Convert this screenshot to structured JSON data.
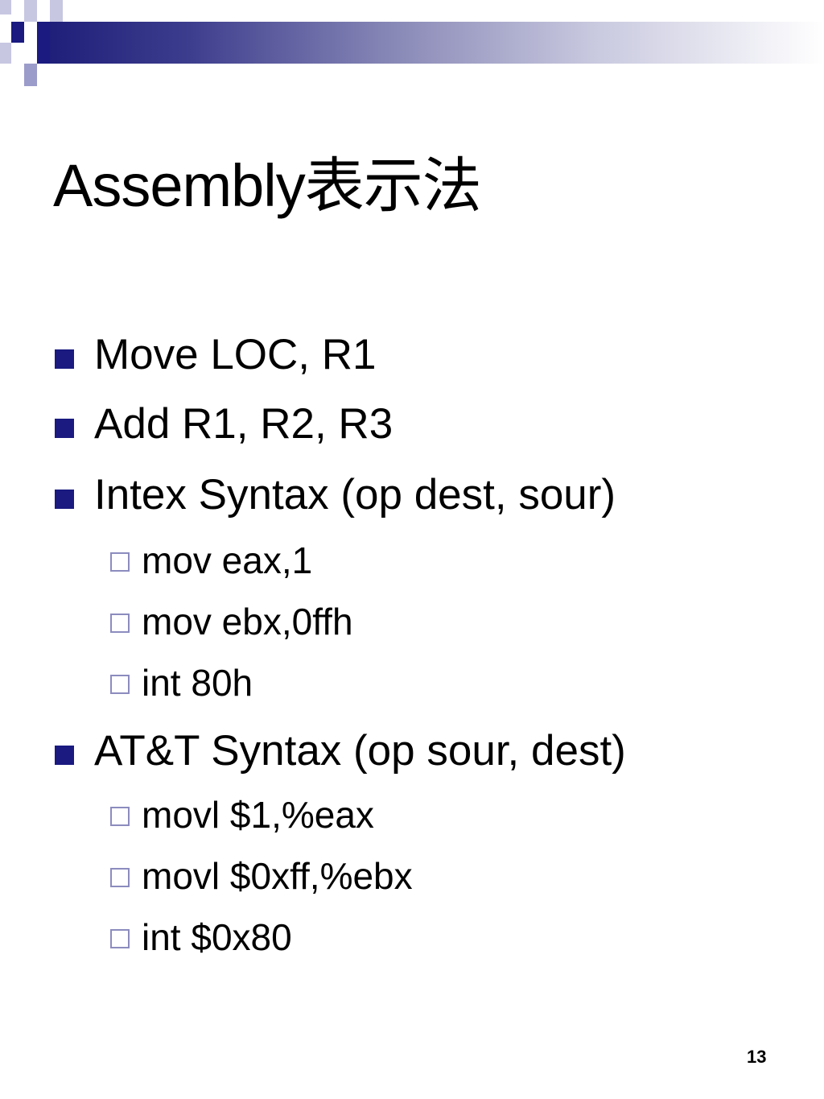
{
  "slide": {
    "title": "Assembly表示法",
    "bullets": [
      {
        "text": "Move LOC, R1"
      },
      {
        "text": "Add R1, R2, R3"
      },
      {
        "text": "Intex Syntax (op dest, sour)",
        "sub": [
          "mov eax,1",
          "mov ebx,0ffh",
          "int 80h"
        ]
      },
      {
        "text": "AT&T Syntax (op sour, dest)",
        "sub": [
          "movl $1,%eax",
          "movl $0xff,%ebx",
          "int $0x80"
        ]
      }
    ],
    "page_number": "13"
  },
  "colors": {
    "accent": "#1a1a80",
    "accent_light": "#c7c7e2",
    "sub_bullet_border": "#8c8cbf"
  }
}
